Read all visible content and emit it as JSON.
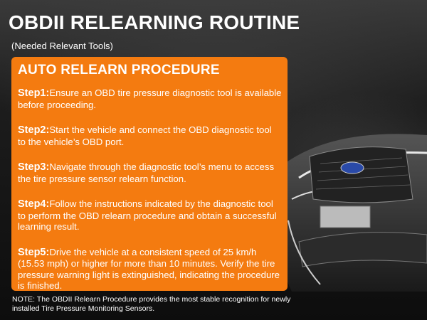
{
  "header": {
    "title": "OBDII RELEARNING ROUTINE",
    "subtitle": "(Needed Relevant Tools)"
  },
  "panel": {
    "title": "AUTO RELEARN PROCEDURE",
    "steps": [
      {
        "label": "Step1:",
        "text": "Ensure an OBD tire pressure diagnostic tool is available before proceeding."
      },
      {
        "label": "Step2:",
        "text": "Start the vehicle and connect the OBD diagnostic tool to the vehicle’s OBD port."
      },
      {
        "label": "Step3:",
        "text": "Navigate through the diagnostic tool’s menu to access the tire pressure sensor relearn function."
      },
      {
        "label": "Step4:",
        "text": "Follow the instructions indicated by the diagnostic tool to perform the OBD relearn procedure and obtain a successful learning result."
      },
      {
        "label": "Step5:",
        "text": "Drive the vehicle at a consistent speed of 25 km/h (15.53 mph) or higher for more than 10 minutes. Verify the tire pressure warning light is extinguished, indicating the procedure is finished."
      }
    ]
  },
  "note": "NOTE: The OBDII Relearn Procedure provides the most stable recognition for newly installed Tire Pressure Monitoring Sensors.",
  "colors": {
    "panel_bg": "#f47b10",
    "text": "#ffffff",
    "background": "#111111"
  }
}
